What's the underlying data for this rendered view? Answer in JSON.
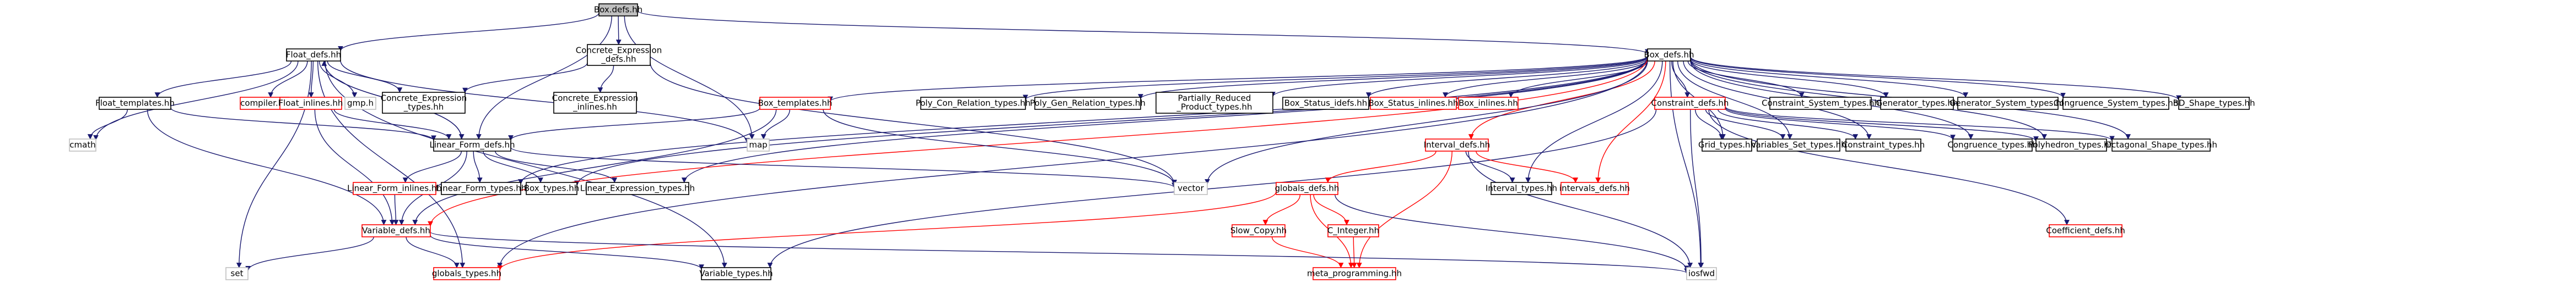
{
  "diagram": {
    "root": "Box.defs.hh",
    "colors": {
      "root_fill": "#bfbfbf",
      "node_fill": "#ffffff",
      "node_border": "#000000",
      "truncated_border": "#ff0000",
      "system_border": "#bfbfbf",
      "edge_blue": "#191970",
      "edge_red": "#ff0000",
      "edge_black": "#404040"
    },
    "nodes": [
      {
        "id": "box_defs_top",
        "label": "Box.defs.hh",
        "kind": "root"
      },
      {
        "id": "float_defs",
        "label": "Float_defs.hh",
        "kind": "normal"
      },
      {
        "id": "concrete_expr_defs",
        "label": "Concrete_Expression_defs.hh",
        "kind": "normal"
      },
      {
        "id": "box_defs",
        "label": "Box_defs.hh",
        "kind": "normal"
      },
      {
        "id": "float_templates",
        "label": "Float_templates.hh",
        "kind": "normal"
      },
      {
        "id": "compiler",
        "label": "compiler.hh",
        "kind": "truncated"
      },
      {
        "id": "float_inlines",
        "label": "Float_inlines.hh",
        "kind": "truncated"
      },
      {
        "id": "gmp",
        "label": "gmp.h",
        "kind": "system"
      },
      {
        "id": "concrete_expr_types",
        "label": "Concrete_Expression_types.hh",
        "kind": "normal"
      },
      {
        "id": "concrete_expr_inlines",
        "label": "Concrete_Expression_inlines.hh",
        "kind": "normal"
      },
      {
        "id": "box_templates",
        "label": "Box_templates.hh",
        "kind": "truncated"
      },
      {
        "id": "poly_con_relation",
        "label": "Poly_Con_Relation_types.hh",
        "kind": "normal"
      },
      {
        "id": "poly_gen_relation",
        "label": "Poly_Gen_Relation_types.hh",
        "kind": "normal"
      },
      {
        "id": "partially_reduced",
        "label": "Partially_Reduced_Product_types.hh",
        "kind": "normal"
      },
      {
        "id": "box_status_idefs",
        "label": "Box_Status_idefs.hh",
        "kind": "normal"
      },
      {
        "id": "box_status_inlines",
        "label": "Box_Status_inlines.hh",
        "kind": "truncated"
      },
      {
        "id": "box_inlines",
        "label": "Box_inlines.hh",
        "kind": "truncated"
      },
      {
        "id": "constraint_defs",
        "label": "Constraint_defs.hh",
        "kind": "truncated"
      },
      {
        "id": "constraint_system_types",
        "label": "Constraint_System_types.hh",
        "kind": "normal"
      },
      {
        "id": "generator_types",
        "label": "Generator_types.hh",
        "kind": "normal"
      },
      {
        "id": "generator_system_types",
        "label": "Generator_System_types.hh",
        "kind": "normal"
      },
      {
        "id": "congruence_system_types",
        "label": "Congruence_System_types.hh",
        "kind": "normal"
      },
      {
        "id": "bd_shape_types",
        "label": "BD_Shape_types.hh",
        "kind": "normal"
      },
      {
        "id": "cmath",
        "label": "cmath",
        "kind": "system"
      },
      {
        "id": "linear_form_defs",
        "label": "Linear_Form_defs.hh",
        "kind": "normal"
      },
      {
        "id": "map",
        "label": "map",
        "kind": "system"
      },
      {
        "id": "interval_defs",
        "label": "Interval_defs.hh",
        "kind": "truncated"
      },
      {
        "id": "grid_types",
        "label": "Grid_types.hh",
        "kind": "normal"
      },
      {
        "id": "variables_set_types",
        "label": "Variables_Set_types.hh",
        "kind": "normal"
      },
      {
        "id": "constraint_types",
        "label": "Constraint_types.hh",
        "kind": "normal"
      },
      {
        "id": "congruence_types",
        "label": "Congruence_types.hh",
        "kind": "normal"
      },
      {
        "id": "polyhedron_types",
        "label": "Polyhedron_types.hh",
        "kind": "normal"
      },
      {
        "id": "octagonal_shape_types",
        "label": "Octagonal_Shape_types.hh",
        "kind": "normal"
      },
      {
        "id": "linear_form_inlines",
        "label": "Linear_Form_inlines.hh",
        "kind": "truncated"
      },
      {
        "id": "linear_form_types",
        "label": "Linear_Form_types.hh",
        "kind": "normal"
      },
      {
        "id": "box_types",
        "label": "Box_types.hh",
        "kind": "normal"
      },
      {
        "id": "linear_expression_types",
        "label": "Linear_Expression_types.hh",
        "kind": "normal"
      },
      {
        "id": "vector",
        "label": "vector",
        "kind": "system"
      },
      {
        "id": "globals_defs",
        "label": "globals_defs.hh",
        "kind": "truncated"
      },
      {
        "id": "interval_types",
        "label": "Interval_types.hh",
        "kind": "normal"
      },
      {
        "id": "intervals_defs",
        "label": "intervals_defs.hh",
        "kind": "truncated"
      },
      {
        "id": "variable_defs",
        "label": "Variable_defs.hh",
        "kind": "truncated"
      },
      {
        "id": "slow_copy",
        "label": "Slow_Copy.hh",
        "kind": "truncated"
      },
      {
        "id": "c_integer",
        "label": "C_Integer.hh",
        "kind": "truncated"
      },
      {
        "id": "coefficient_defs",
        "label": "Coefficient_defs.hh",
        "kind": "truncated"
      },
      {
        "id": "set",
        "label": "set",
        "kind": "system"
      },
      {
        "id": "globals_types",
        "label": "globals_types.hh",
        "kind": "truncated"
      },
      {
        "id": "variable_types",
        "label": "Variable_types.hh",
        "kind": "normal"
      },
      {
        "id": "meta_programming",
        "label": "meta_programming.hh",
        "kind": "truncated"
      },
      {
        "id": "iosfwd",
        "label": "iosfwd",
        "kind": "system"
      }
    ],
    "edges": [
      [
        "box_defs_top",
        "float_defs"
      ],
      [
        "box_defs_top",
        "concrete_expr_defs"
      ],
      [
        "box_defs_top",
        "box_defs"
      ],
      [
        "box_defs_top",
        "map"
      ],
      [
        "box_defs_top",
        "linear_form_defs"
      ],
      [
        "float_defs",
        "float_templates"
      ],
      [
        "float_defs",
        "compiler"
      ],
      [
        "float_defs",
        "float_inlines"
      ],
      [
        "float_defs",
        "gmp"
      ],
      [
        "float_defs",
        "concrete_expr_types"
      ],
      [
        "float_defs",
        "cmath"
      ],
      [
        "float_defs",
        "linear_form_defs"
      ],
      [
        "float_defs",
        "set"
      ],
      [
        "float_defs",
        "globals_types"
      ],
      [
        "float_defs",
        "variable_types"
      ],
      [
        "float_defs",
        "map"
      ],
      [
        "concrete_expr_defs",
        "concrete_expr_types"
      ],
      [
        "concrete_expr_defs",
        "concrete_expr_inlines"
      ],
      [
        "concrete_expr_defs",
        "vector"
      ],
      [
        "box_defs",
        "box_templates"
      ],
      [
        "box_defs",
        "poly_con_relation"
      ],
      [
        "box_defs",
        "poly_gen_relation"
      ],
      [
        "box_defs",
        "partially_reduced"
      ],
      [
        "box_defs",
        "box_status_idefs"
      ],
      [
        "box_defs",
        "box_status_inlines"
      ],
      [
        "box_defs",
        "box_inlines"
      ],
      [
        "box_defs",
        "constraint_defs"
      ],
      [
        "box_defs",
        "constraint_system_types"
      ],
      [
        "box_defs",
        "generator_types"
      ],
      [
        "box_defs",
        "generator_system_types"
      ],
      [
        "box_defs",
        "congruence_system_types"
      ],
      [
        "box_defs",
        "bd_shape_types"
      ],
      [
        "box_defs",
        "interval_defs"
      ],
      [
        "box_defs",
        "grid_types"
      ],
      [
        "box_defs",
        "variables_set_types"
      ],
      [
        "box_defs",
        "constraint_types"
      ],
      [
        "box_defs",
        "congruence_types"
      ],
      [
        "box_defs",
        "polyhedron_types"
      ],
      [
        "box_defs",
        "octagonal_shape_types"
      ],
      [
        "box_defs",
        "linear_form_types"
      ],
      [
        "box_defs",
        "box_types"
      ],
      [
        "box_defs",
        "linear_expression_types"
      ],
      [
        "box_defs",
        "vector"
      ],
      [
        "box_defs",
        "interval_types"
      ],
      [
        "box_defs",
        "intervals_defs"
      ],
      [
        "box_defs",
        "iosfwd"
      ],
      [
        "box_defs",
        "globals_types"
      ],
      [
        "box_defs",
        "variable_defs"
      ],
      [
        "float_templates",
        "cmath"
      ],
      [
        "float_templates",
        "linear_form_defs"
      ],
      [
        "float_templates",
        "variable_defs"
      ],
      [
        "float_inlines",
        "linear_form_defs"
      ],
      [
        "float_inlines",
        "variable_defs"
      ],
      [
        "box_templates",
        "linear_form_defs"
      ],
      [
        "box_templates",
        "map"
      ],
      [
        "box_templates",
        "vector"
      ],
      [
        "box_templates",
        "variable_defs"
      ],
      [
        "constraint_defs",
        "grid_types"
      ],
      [
        "constraint_defs",
        "variables_set_types"
      ],
      [
        "constraint_defs",
        "constraint_types"
      ],
      [
        "constraint_defs",
        "congruence_types"
      ],
      [
        "constraint_defs",
        "polyhedron_types"
      ],
      [
        "constraint_defs",
        "octagonal_shape_types"
      ],
      [
        "constraint_defs",
        "coefficient_defs"
      ],
      [
        "constraint_defs",
        "iosfwd"
      ],
      [
        "constraint_defs",
        "variable_types"
      ],
      [
        "linear_form_defs",
        "linear_form_inlines"
      ],
      [
        "linear_form_defs",
        "linear_form_types"
      ],
      [
        "linear_form_defs",
        "box_types"
      ],
      [
        "linear_form_defs",
        "linear_expression_types"
      ],
      [
        "linear_form_defs",
        "vector"
      ],
      [
        "linear_form_defs",
        "float_defs"
      ],
      [
        "linear_form_defs",
        "variable_defs"
      ],
      [
        "linear_form_inlines",
        "variable_defs"
      ],
      [
        "interval_defs",
        "globals_defs"
      ],
      [
        "interval_defs",
        "interval_types"
      ],
      [
        "interval_defs",
        "intervals_defs"
      ],
      [
        "interval_defs",
        "meta_programming"
      ],
      [
        "interval_defs",
        "iosfwd"
      ],
      [
        "globals_defs",
        "slow_copy"
      ],
      [
        "globals_defs",
        "c_integer"
      ],
      [
        "globals_defs",
        "meta_programming"
      ],
      [
        "globals_defs",
        "iosfwd"
      ],
      [
        "globals_defs",
        "globals_types"
      ],
      [
        "slow_copy",
        "meta_programming"
      ],
      [
        "c_integer",
        "meta_programming"
      ],
      [
        "variable_defs",
        "set"
      ],
      [
        "variable_defs",
        "globals_types"
      ],
      [
        "variable_defs",
        "variable_types"
      ],
      [
        "variable_defs",
        "iosfwd"
      ]
    ]
  }
}
